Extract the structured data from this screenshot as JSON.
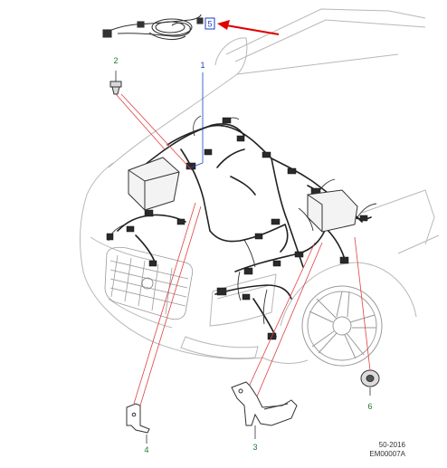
{
  "callouts": {
    "c1": "1",
    "c2": "2",
    "c3": "3",
    "c4": "4",
    "c5": "5",
    "c6": "6"
  },
  "footer": {
    "code": "50-2016",
    "ref": "EM00007A"
  },
  "colors": {
    "leader_blue": "#1a3fbf",
    "leader_red": "#e04040",
    "arrow_red": "#e00000",
    "label_green": "#1f7a2a",
    "car_outline": "#b8b8b8",
    "harness": "#222222"
  }
}
